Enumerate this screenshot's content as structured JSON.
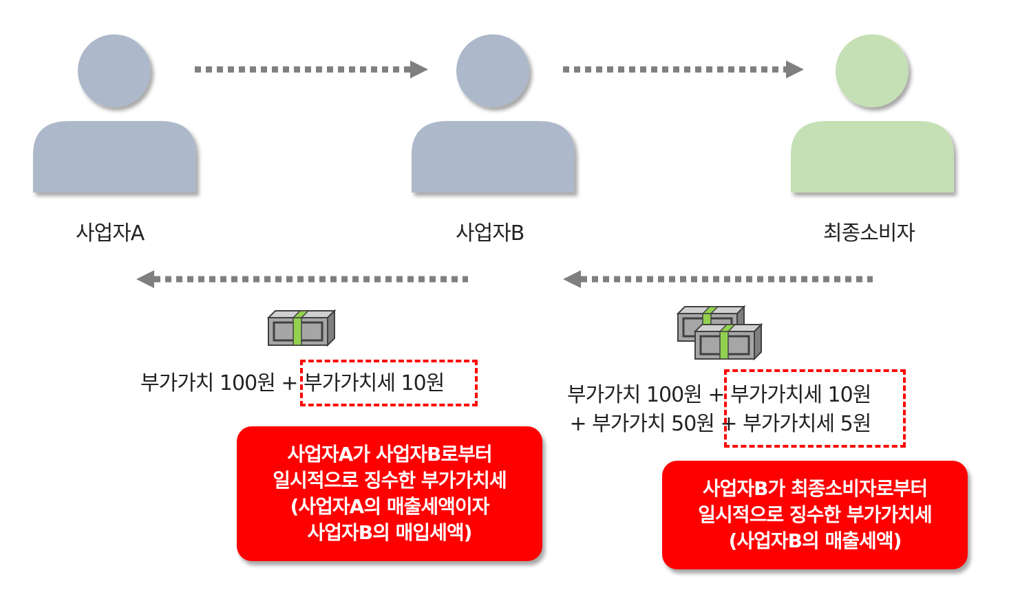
{
  "actors": [
    {
      "id": "business-a",
      "label": "사업자A",
      "color": "#adb9ca"
    },
    {
      "id": "business-b",
      "label": "사업자B",
      "color": "#adb9ca"
    },
    {
      "id": "final-consumer",
      "label": "최종소비자",
      "color": "#c5e0b4"
    }
  ],
  "payments": {
    "a_from_b": {
      "line1": "부가가치 100원 + 부가가치세 10원"
    },
    "b_from_consumer": {
      "line1": "부가가치 100원 + 부가가치세 10원",
      "line2": "+ 부가가치 50원 + 부가가치세 5원"
    }
  },
  "callouts": {
    "a": {
      "line1": "사업자A가 사업자B로부터",
      "line2": "일시적으로 징수한 부가가치세",
      "line3": "(사업자A의 매출세액이자",
      "line4": "사업자B의 매입세액)"
    },
    "b": {
      "line1": "사업자B가 최종소비자로부터",
      "line2": "일시적으로 징수한 부가가치세",
      "line3": "(사업자B의 매출세액)"
    }
  },
  "colors": {
    "arrow": "#7f7f7f",
    "highlight_red": "#ff0000",
    "callout_bg": "#fe0000",
    "money_body": "#a6a6a6",
    "money_band": "#92d050"
  },
  "icons": [
    "person-icon",
    "money-bundle-icon"
  ]
}
